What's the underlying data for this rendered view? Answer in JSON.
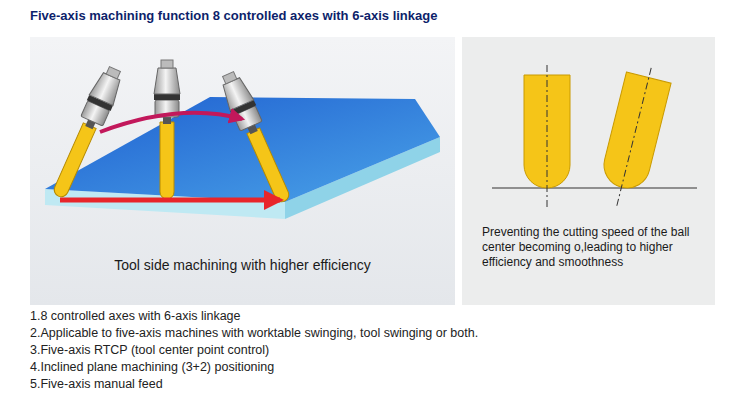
{
  "diagram": {
    "title": "Five-axis machining function 8 controlled axes with 6-axis linkage",
    "nodes": [
      {
        "text": [
          "Tool side machining with higher efficiency"
        ]
      },
      {
        "text": [
          "Preventing the cutting speed of the ball center becoming o,leading to higher efficiency and smoothness"
        ]
      }
    ],
    "labels": [
      "1.8 controlled axes with 6-axis linkage",
      "2.Applicable to five-axis machines with worktable swinging, tool swinging or both.",
      "3.Five-axis RTCP (tool center point control)",
      "4.Inclined plane machining (3+2) positioning",
      "5.Five-axis manual feed"
    ]
  }
}
